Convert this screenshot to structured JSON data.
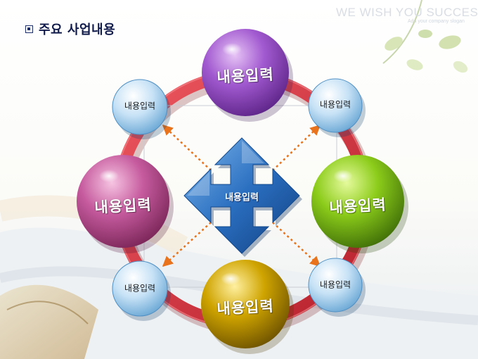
{
  "header": {
    "title": "주요 사업내용",
    "watermark": "WE WISH YOU SUCCESS",
    "watermark_sub": "Add your company slogan"
  },
  "diagram": {
    "center_label": "내용입력",
    "big_circles": [
      {
        "id": "top",
        "label": "내용입력",
        "color": "#9a52c2"
      },
      {
        "id": "left",
        "label": "내용입력",
        "color": "#c35896"
      },
      {
        "id": "right",
        "label": "내용입력",
        "color": "#86c21e"
      },
      {
        "id": "bottom",
        "label": "내용입력",
        "color": "#c9a000"
      }
    ],
    "small_circles": [
      {
        "id": "top-left",
        "label": "내용입력"
      },
      {
        "id": "top-right",
        "label": "내용입력"
      },
      {
        "id": "bottom-left",
        "label": "내용입력"
      },
      {
        "id": "bottom-right",
        "label": "내용입력"
      }
    ],
    "ring_color": "#d8343f",
    "arrow_color": "#2a6fc0",
    "dotted_color": "#e8731c"
  }
}
